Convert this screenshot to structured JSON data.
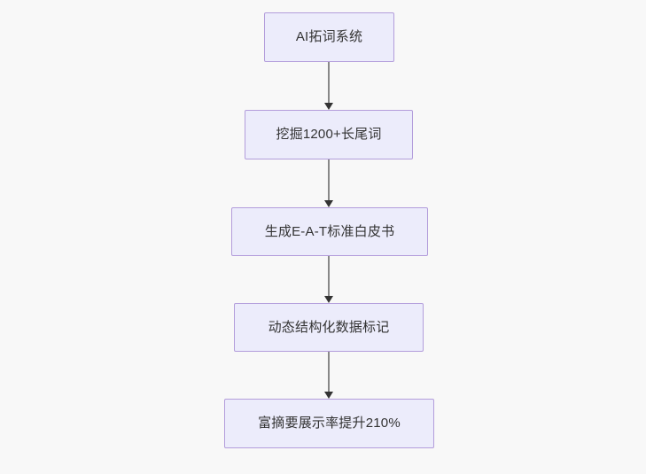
{
  "diagram": {
    "type": "flowchart",
    "orientation": "top-to-bottom",
    "background_color": "#f8f8f8",
    "node_fill_color": "#ececfb",
    "node_border_color": "#b39ddb",
    "node_text_color": "#333333",
    "edge_line_color": "#888888",
    "edge_arrow_color": "#333333",
    "nodes": [
      {
        "id": "node-1",
        "label": "AI拓词系统"
      },
      {
        "id": "node-2",
        "label": "挖掘1200+长尾词"
      },
      {
        "id": "node-3",
        "label": "生成E-A-T标准白皮书"
      },
      {
        "id": "node-4",
        "label": "动态结构化数据标记"
      },
      {
        "id": "node-5",
        "label": "富摘要展示率提升210%"
      }
    ],
    "edges": [
      {
        "id": "edge-1",
        "from": "node-1",
        "to": "node-2",
        "arrow": "arrow-down-icon"
      },
      {
        "id": "edge-2",
        "from": "node-2",
        "to": "node-3",
        "arrow": "arrow-down-icon"
      },
      {
        "id": "edge-3",
        "from": "node-3",
        "to": "node-4",
        "arrow": "arrow-down-icon"
      },
      {
        "id": "edge-4",
        "from": "node-4",
        "to": "node-5",
        "arrow": "arrow-down-icon"
      }
    ]
  }
}
